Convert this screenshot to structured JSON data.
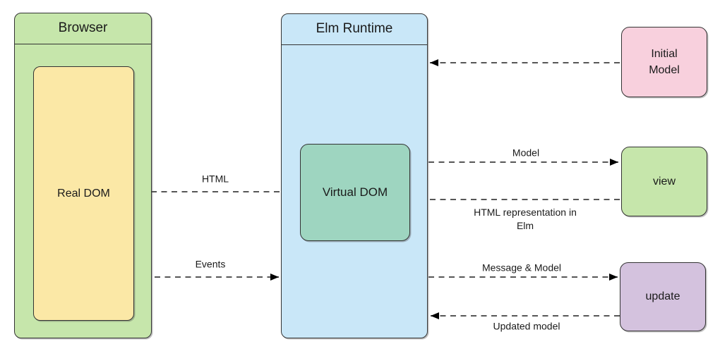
{
  "diagram": {
    "boxes": {
      "browser": {
        "label": "Browser",
        "fill": "#c6e6ab"
      },
      "real_dom": {
        "label": "Real DOM",
        "fill": "#fbe8a6"
      },
      "elm_runtime": {
        "label": "Elm Runtime",
        "fill": "#c9e7f8"
      },
      "virtual_dom": {
        "label": "Virtual DOM",
        "fill": "#9ed5c0"
      },
      "initial_model": {
        "label": "Initial Model",
        "fill": "#f8d0dd"
      },
      "view": {
        "label": "view",
        "fill": "#c6e6ab"
      },
      "update": {
        "label": "update",
        "fill": "#d4c2de"
      }
    },
    "arrow_labels": {
      "html": "HTML",
      "events": "Events",
      "model": "Model",
      "html_representation_line1": "HTML representation in",
      "html_representation_line2": "Elm",
      "message_model": "Message & Model",
      "updated_model": "Updated model"
    },
    "colors": {
      "border": "#333333",
      "arrow": "#3f3f3f",
      "arrowhead": "#000000",
      "text": "#1a1a1a"
    }
  }
}
